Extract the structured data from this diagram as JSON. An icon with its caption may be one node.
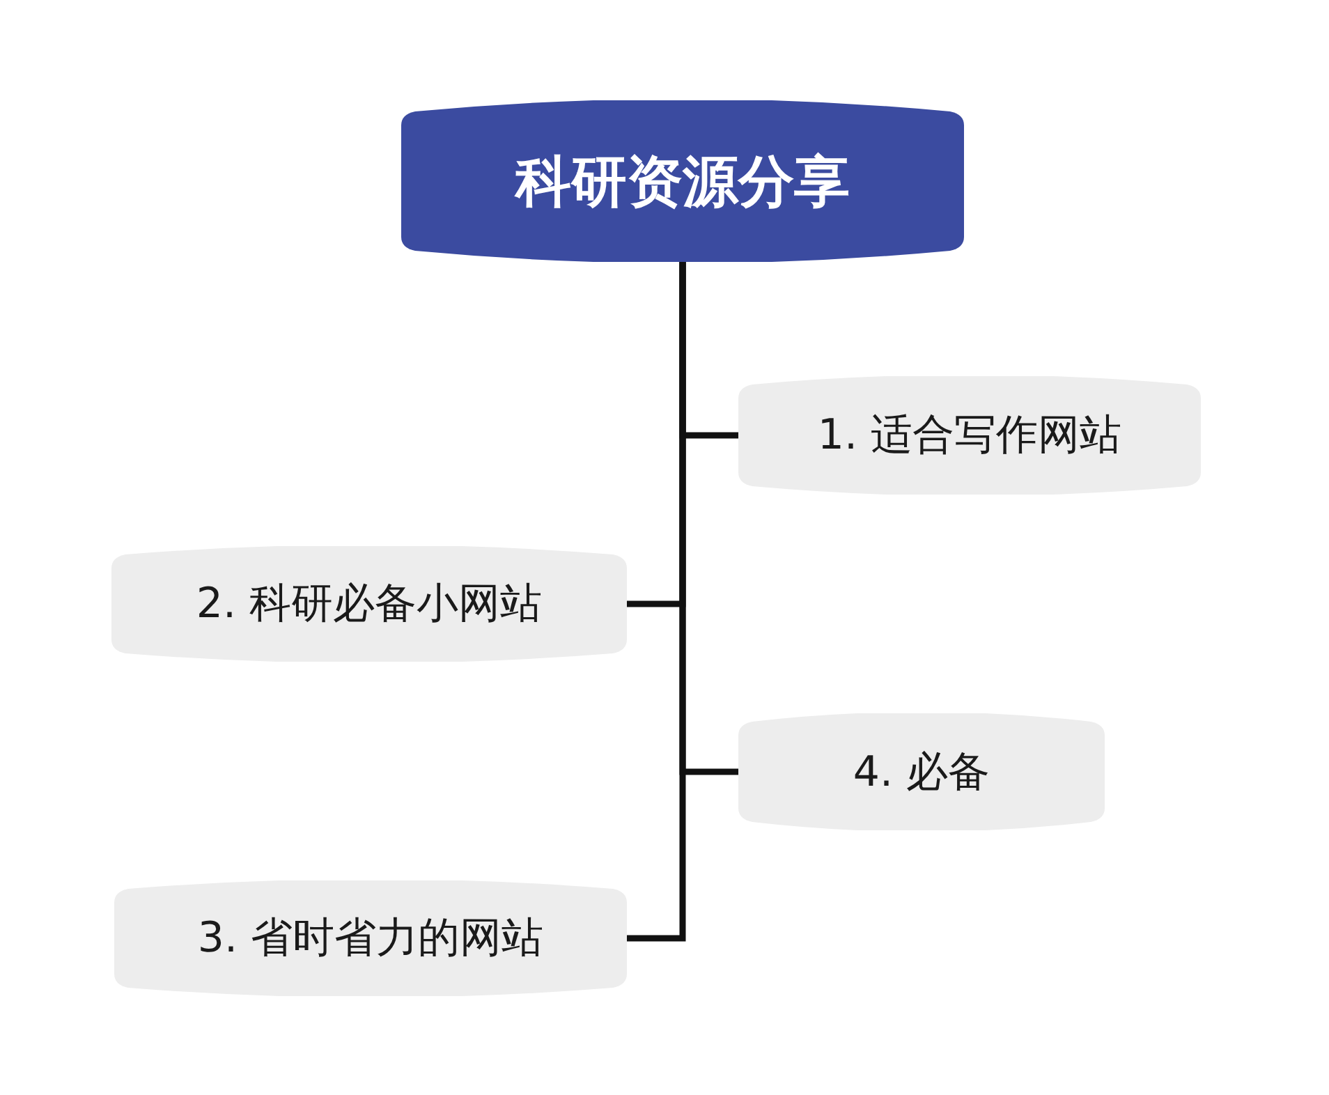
{
  "diagram": {
    "nodes": [
      {
        "text": [
          "科研资源分享"
        ]
      },
      {
        "text": [
          "1. 适合写作网站"
        ]
      },
      {
        "text": [
          "2. 科研必备小网站"
        ]
      },
      {
        "text": [
          "4. 必备"
        ]
      },
      {
        "text": [
          "3. 省时省力的网站"
        ]
      }
    ],
    "edges": [
      {
        "from": 0,
        "to": 1,
        "arrow": "none"
      },
      {
        "from": 0,
        "to": 2,
        "arrow": "none"
      },
      {
        "from": 0,
        "to": 3,
        "arrow": "none"
      },
      {
        "from": 0,
        "to": 4,
        "arrow": "none"
      }
    ]
  }
}
